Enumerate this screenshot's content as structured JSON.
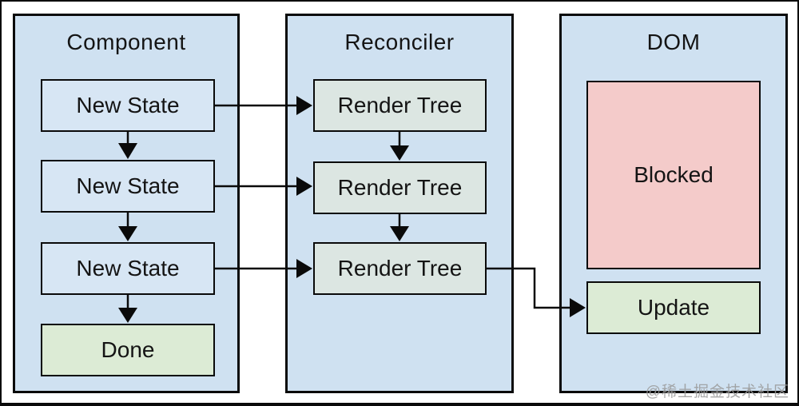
{
  "diagram": {
    "columns": [
      {
        "id": "component",
        "title": "Component",
        "boxes": [
          {
            "label": "New State",
            "type": "state"
          },
          {
            "label": "New State",
            "type": "state"
          },
          {
            "label": "New State",
            "type": "state"
          },
          {
            "label": "Done",
            "type": "done"
          }
        ]
      },
      {
        "id": "reconciler",
        "title": "Reconciler",
        "boxes": [
          {
            "label": "Render Tree",
            "type": "render"
          },
          {
            "label": "Render Tree",
            "type": "render"
          },
          {
            "label": "Render Tree",
            "type": "render"
          }
        ]
      },
      {
        "id": "dom",
        "title": "DOM",
        "boxes": [
          {
            "label": "Blocked",
            "type": "blocked"
          },
          {
            "label": "Update",
            "type": "update"
          }
        ]
      }
    ],
    "watermark": "@稀土掘金技术社区",
    "colors": {
      "column_bg": "#cfe1f1",
      "state_box": "#d7e6f4",
      "render_box": "#dce6e2",
      "done_box": "#dcebd5",
      "update_box": "#dcebd5",
      "blocked_box": "#f4cbca",
      "line": "#000000"
    }
  }
}
